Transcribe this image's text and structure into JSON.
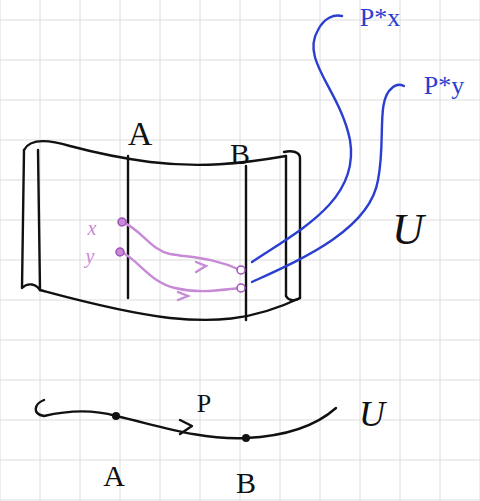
{
  "diagram": {
    "labels": [
      "A",
      "B",
      "x",
      "y",
      "P*x",
      "P*y",
      "U",
      "P",
      "U",
      "A",
      "B"
    ]
  }
}
